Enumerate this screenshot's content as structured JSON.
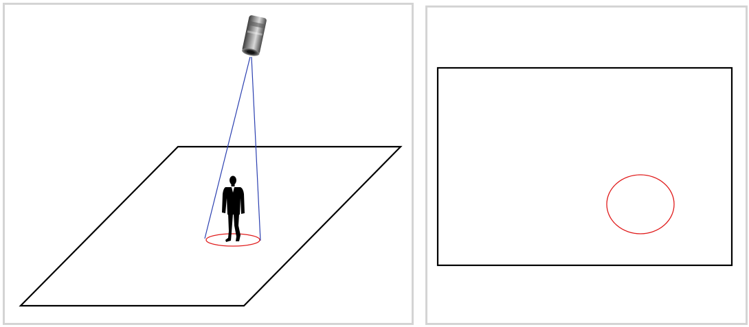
{
  "panels": [
    {
      "id": "perspective-view",
      "elements": [
        "camera",
        "view-cone",
        "person",
        "floor-plane",
        "detection-ellipse"
      ]
    },
    {
      "id": "camera-image-view",
      "elements": [
        "image-frame",
        "detection-circle"
      ]
    }
  ],
  "colors": {
    "panel_border": "#d4d4d4",
    "outline": "#000000",
    "view_cone": "#2a3fb0",
    "detection_marker": "#e01b1b",
    "camera_body": "#6f6f6f",
    "person": "#000000"
  },
  "icons": {
    "camera": "ceiling-camera-icon",
    "person": "walking-person-icon"
  }
}
